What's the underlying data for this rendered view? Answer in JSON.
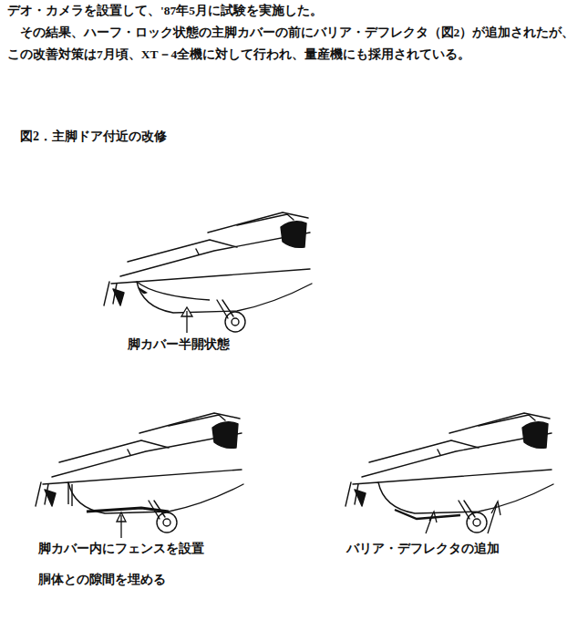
{
  "diagram": {
    "title": "図2．主脚ドア付近の改修",
    "labels": [
      "デオ・カメラを設置して、'87年5月に試験を実施した。",
      "その結果、ハーフ・ロック状態の主脚カバーの前にバリア・デフレクタ（図2）が追加されたが、この改善対策は7月頃、XT－4全機に対して行われ、量産機にも採用されている。",
      "脚カバー半開状態",
      "脚カバー内にフェンスを設置",
      "胴体との隙間を埋める",
      "バリア・デフレクタの追加"
    ]
  }
}
